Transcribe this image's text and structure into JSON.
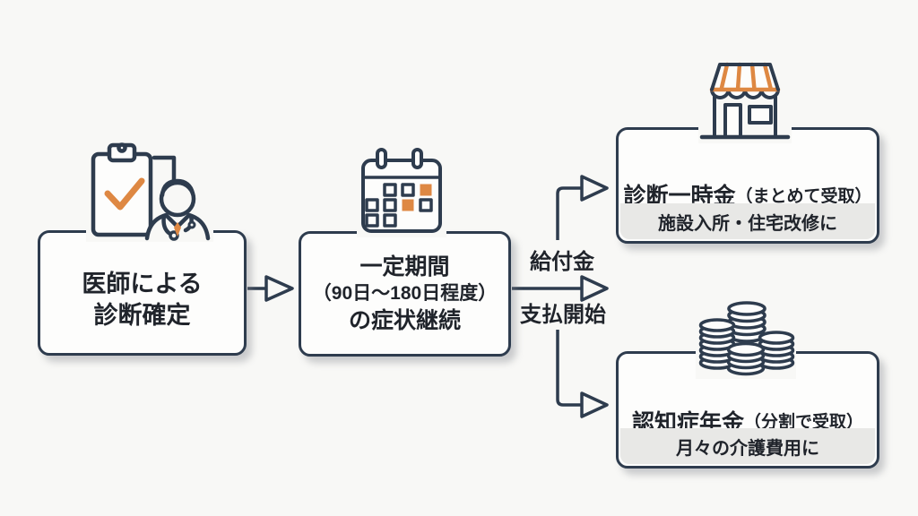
{
  "colors": {
    "outline_navy": "#2e3c4e",
    "accent_orange": "#de8843",
    "text": "#20242b",
    "band_gray": "#e8e8e6",
    "background": "#f8f8f6",
    "box_fill": "#fdfdfc"
  },
  "flow": {
    "step1": {
      "icon": "clipboard-doctor-icon",
      "line1": "医師による",
      "line2": "診断確定"
    },
    "step2": {
      "icon": "calendar-icon",
      "line1": "一定期間",
      "line2": "（90日〜180日程度）",
      "line3": "の症状継続"
    },
    "payout": {
      "label_top": "給付金",
      "label_bottom": "支払開始"
    },
    "branch_top": {
      "icon": "storefront-icon",
      "title": "診断一時金",
      "title_note": "（まとめて受取）",
      "usage": "施設入所・住宅改修に"
    },
    "branch_bottom": {
      "icon": "coins-icon",
      "title": "認知症年金",
      "title_note": "（分割で受取）",
      "usage": "月々の介護費用に"
    }
  }
}
